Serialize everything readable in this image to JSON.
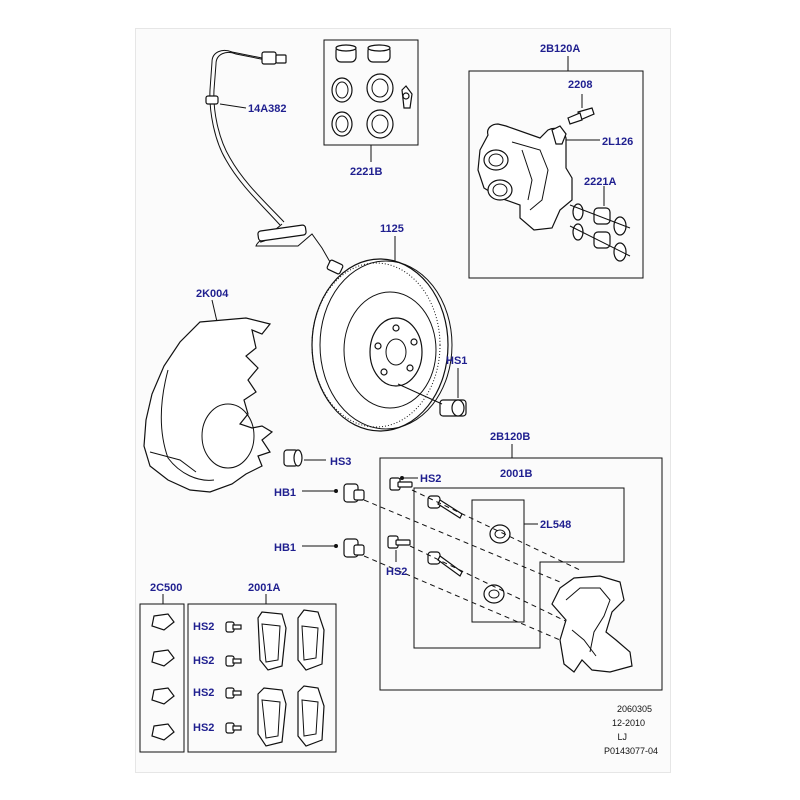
{
  "labels": {
    "sensor": "14A382",
    "seal_kit": "2221B",
    "caliper_assy": "2B120A",
    "bleed_screw": "2208",
    "bleed_cap": "2L126",
    "caliper_seal": "2221A",
    "disc": "1125",
    "shield": "2K004",
    "disc_bolt": "HS1",
    "shield_bolt": "HS3",
    "carrier_assy": "2B120B",
    "carrier_bolt_top": "HS2",
    "guide_pin_kit": "2001B",
    "guide_boot": "2L548",
    "hub_bolt_top": "HB1",
    "hub_bolt_bottom": "HB1",
    "carrier_bolt_bottom": "HS2",
    "clip_kit": "2C500",
    "pad_kit": "2001A",
    "pad_screw_1": "HS2",
    "pad_screw_2": "HS2",
    "pad_screw_3": "HS2",
    "pad_screw_4": "HS2"
  },
  "reference": {
    "number": "2060305",
    "date": "12-2010",
    "initials": "LJ",
    "code": "P0143077-04"
  }
}
